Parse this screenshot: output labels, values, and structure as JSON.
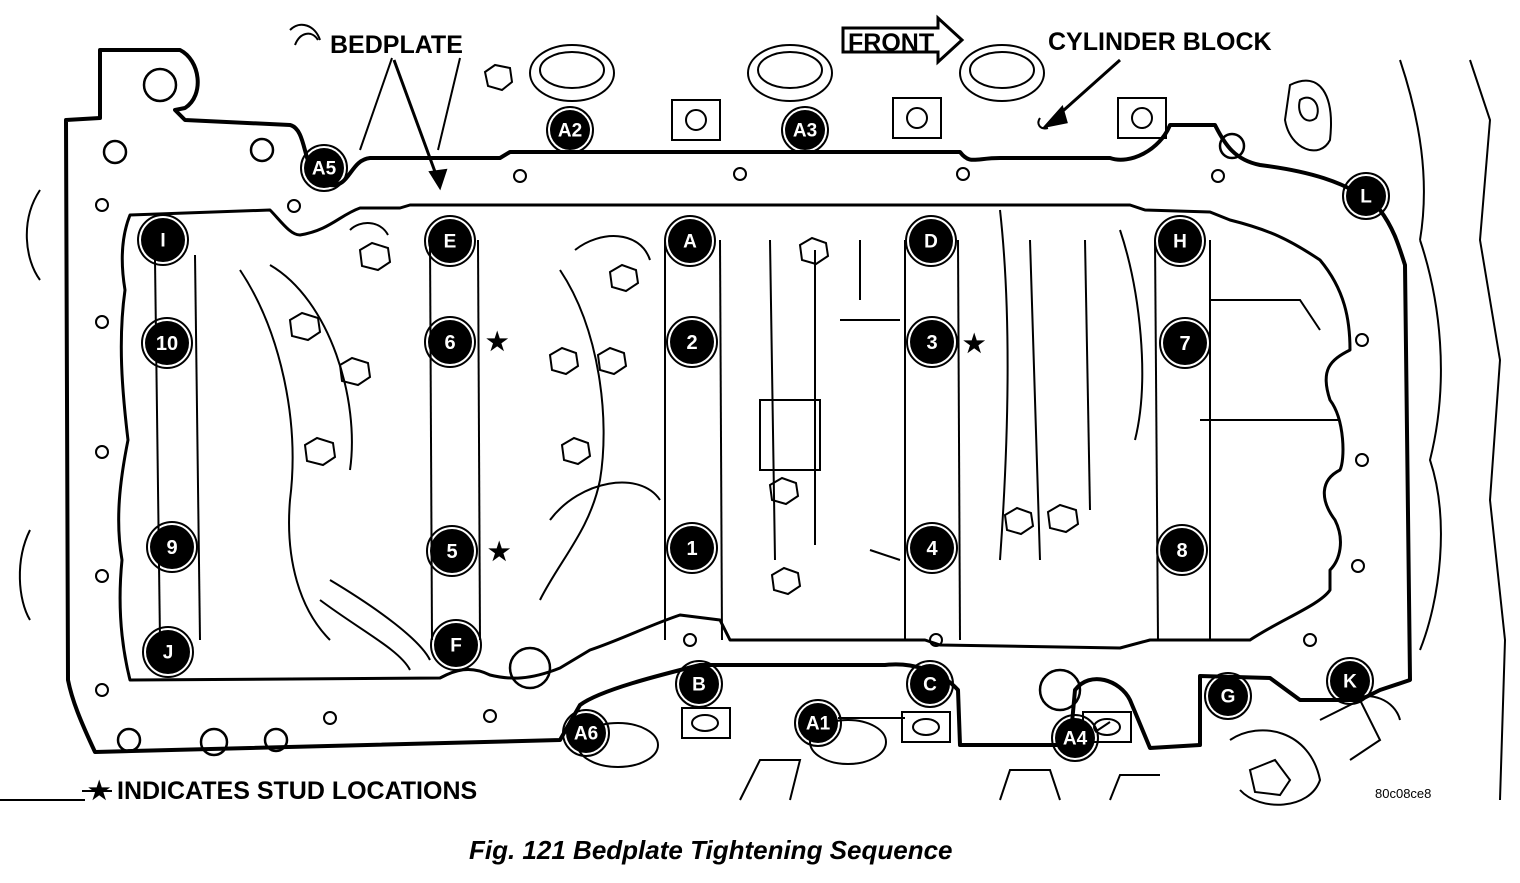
{
  "labels": {
    "bedplate": "BEDPLATE",
    "front": "FRONT",
    "cylinder_block": "CYLINDER BLOCK",
    "stud_note": "INDICATES STUD LOCATIONS",
    "image_code": "80c08ce8",
    "caption": "Fig. 121 Bedplate Tightening Sequence"
  },
  "markers": [
    "A2",
    "A3",
    "A5",
    "I",
    "E",
    "A",
    "D",
    "H",
    "L",
    "10",
    "6",
    "2",
    "3",
    "7",
    "9",
    "5",
    "1",
    "4",
    "8",
    "J",
    "F",
    "B",
    "C",
    "G",
    "K",
    "A6",
    "A1",
    "A4"
  ],
  "stud_symbol": "★",
  "colors": {
    "ink": "#000000",
    "paper": "#ffffff"
  }
}
